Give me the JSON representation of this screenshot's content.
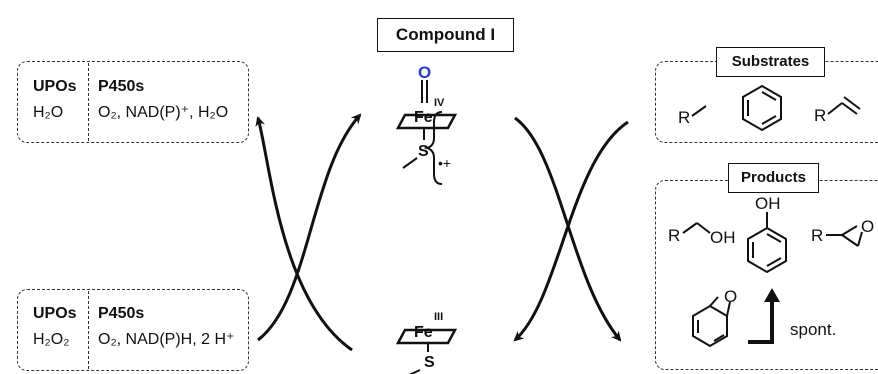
{
  "compound_title": "Compound I",
  "left_top": {
    "upos_label": "UPOs",
    "upos_reagent": "H₂O",
    "p450_label": "P450s",
    "p450_reagent": "O₂, NAD(P)⁺, H₂O"
  },
  "left_bottom": {
    "upos_label": "UPOs",
    "upos_reagent": "H₂O₂",
    "p450_label": "P450s",
    "p450_reagent": "O₂, NAD(P)H, 2 H⁺"
  },
  "heme_top": {
    "oxygen": "O",
    "iron": "Fe",
    "oxidation": "IV",
    "sulfur": "S",
    "radical_charge": "•+"
  },
  "heme_bottom": {
    "iron": "Fe",
    "oxidation": "III",
    "sulfur": "S"
  },
  "substrates": {
    "title": "Substrates",
    "r1": "R",
    "r2": "R"
  },
  "products": {
    "title": "Products",
    "r_alcohol": "R",
    "oh_alcohol": "OH",
    "oh_phenol": "OH",
    "r_epoxide": "R",
    "o_epoxide": "O",
    "o_arene_oxide": "O",
    "spont_label": "spont."
  },
  "colors": {
    "oxygen_accent": "#1f3fd8",
    "line": "#111111"
  }
}
